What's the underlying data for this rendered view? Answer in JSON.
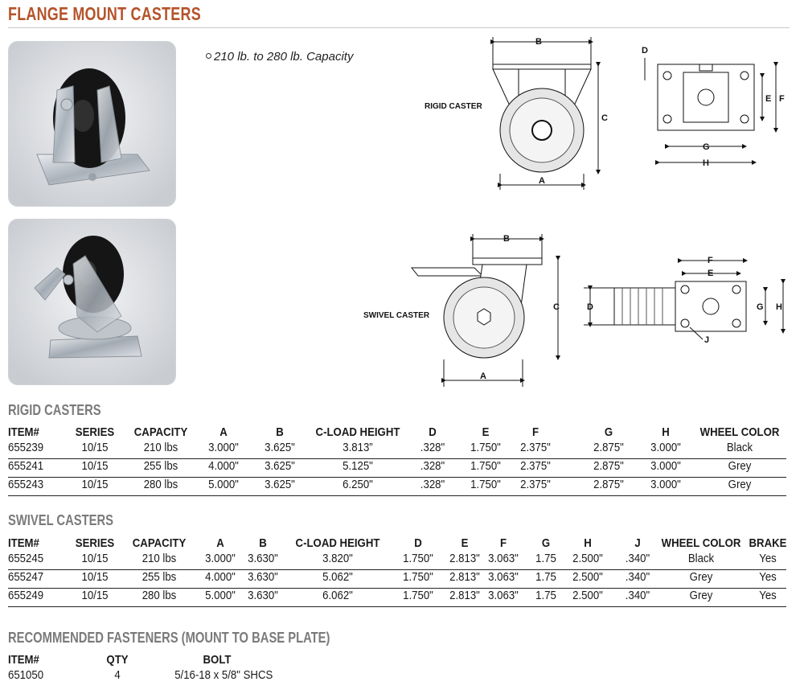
{
  "page": {
    "title": "FLANGE MOUNT CASTERS",
    "capacity_note": "210 lb. to 280 lb. Capacity"
  },
  "diagrams": {
    "rigid": {
      "label": "RIGID CASTER",
      "dims": [
        "A",
        "B",
        "C",
        "D",
        "E",
        "F",
        "G",
        "H"
      ]
    },
    "swivel": {
      "label": "SWIVEL CASTER",
      "dims": [
        "A",
        "B",
        "C",
        "D",
        "E",
        "F",
        "G",
        "H",
        "J"
      ]
    }
  },
  "rigid": {
    "heading": "RIGID CASTERS",
    "columns": [
      "ITEM#",
      "SERIES",
      "CAPACITY",
      "A",
      "B",
      "C-LOAD HEIGHT",
      "D",
      "E",
      "F",
      "G",
      "H",
      "WHEEL COLOR"
    ],
    "rows": [
      [
        "655239",
        "10/15",
        "210 lbs",
        "3.000\"",
        "3.625\"",
        "3.813”",
        ".328\"",
        "1.750\"",
        "2.375\"",
        "2.875\"",
        "3.000\"",
        "Black"
      ],
      [
        "655241",
        "10/15",
        "255 lbs",
        "4.000\"",
        "3.625\"",
        "5.125\"",
        ".328\"",
        "1.750\"",
        "2.375\"",
        "2.875\"",
        "3.000\"",
        "Grey"
      ],
      [
        "655243",
        "10/15",
        "280 lbs",
        "5.000\"",
        "3.625\"",
        "6.250\"",
        ".328\"",
        "1.750\"",
        "2.375\"",
        "2.875\"",
        "3.000\"",
        "Grey"
      ]
    ]
  },
  "swivel": {
    "heading": "SWIVEL CASTERS",
    "columns": [
      "ITEM#",
      "SERIES",
      "CAPACITY",
      "A",
      "B",
      "C-LOAD HEIGHT",
      "D",
      "E",
      "F",
      "G",
      "H",
      "J",
      "WHEEL COLOR",
      "BRAKE"
    ],
    "rows": [
      [
        "655245",
        "10/15",
        "210 lbs",
        "3.000\"",
        "3.630\"",
        "3.820\"",
        "1.750\"",
        "2.813\"",
        "3.063\"",
        "1.75",
        "2.500\"",
        ".340\"",
        "Black",
        "Yes"
      ],
      [
        "655247",
        "10/15",
        "255 lbs",
        "4.000\"",
        "3.630\"",
        "5.062\"",
        "1.750\"",
        "2.813\"",
        "3.063\"",
        "1.75",
        "2.500\"",
        ".340\"",
        "Grey",
        "Yes"
      ],
      [
        "655249",
        "10/15",
        "280 lbs",
        "5.000\"",
        "3.630\"",
        "6.062\"",
        "1.750\"",
        "2.813\"",
        "3.063\"",
        "1.75",
        "2.500\"",
        ".340\"",
        "Grey",
        "Yes"
      ]
    ]
  },
  "fasteners": {
    "heading": "RECOMMENDED FASTENERS (MOUNT TO BASE PLATE)",
    "columns": [
      "ITEM#",
      "QTY",
      "BOLT"
    ],
    "rows": [
      [
        "651050",
        "4",
        "5/16-18 x 5/8\" SHCS"
      ]
    ]
  },
  "colors": {
    "title": "#b5532a",
    "heading": "#7a7a7a",
    "photo_bg": "#dadde1"
  },
  "icons": {
    "bullet": "open-circle-icon"
  }
}
